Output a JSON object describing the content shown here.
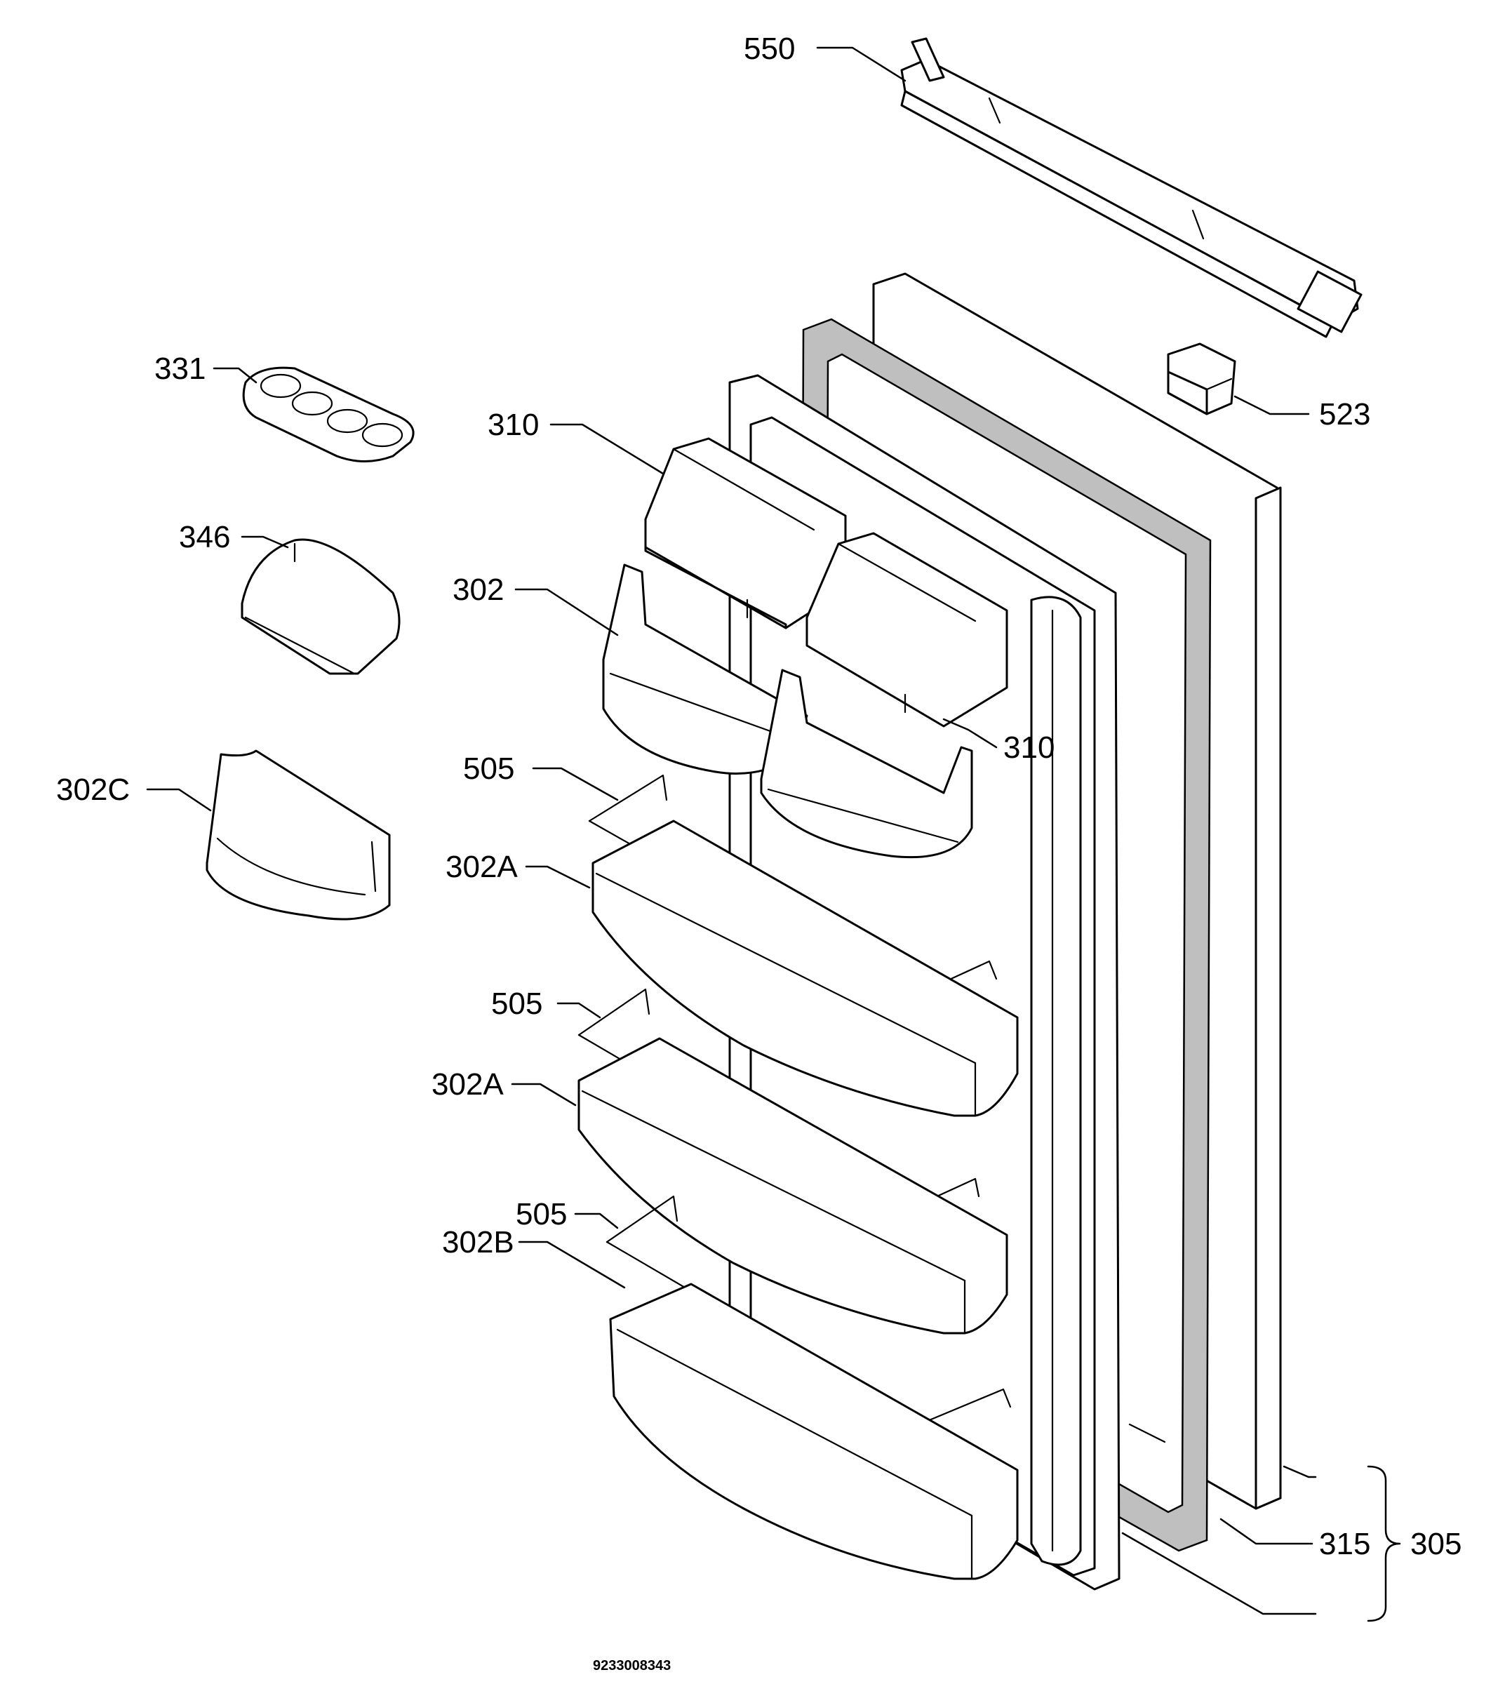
{
  "diagram": {
    "labels": {
      "l550": "550",
      "l523": "523",
      "l331": "331",
      "l310a": "310",
      "l346": "346",
      "l302": "302",
      "l310b": "310",
      "l302c": "302C",
      "l505a": "505",
      "l302a1": "302A",
      "l505b": "505",
      "l302a2": "302A",
      "l505c": "505",
      "l302b": "302B",
      "l315": "315",
      "l305": "305"
    },
    "drawing_code": "9233008343"
  },
  "colors": {
    "ink": "#000000",
    "paper": "#ffffff",
    "shade": "#d9d9d9",
    "gasket": "#bfbfbf"
  }
}
